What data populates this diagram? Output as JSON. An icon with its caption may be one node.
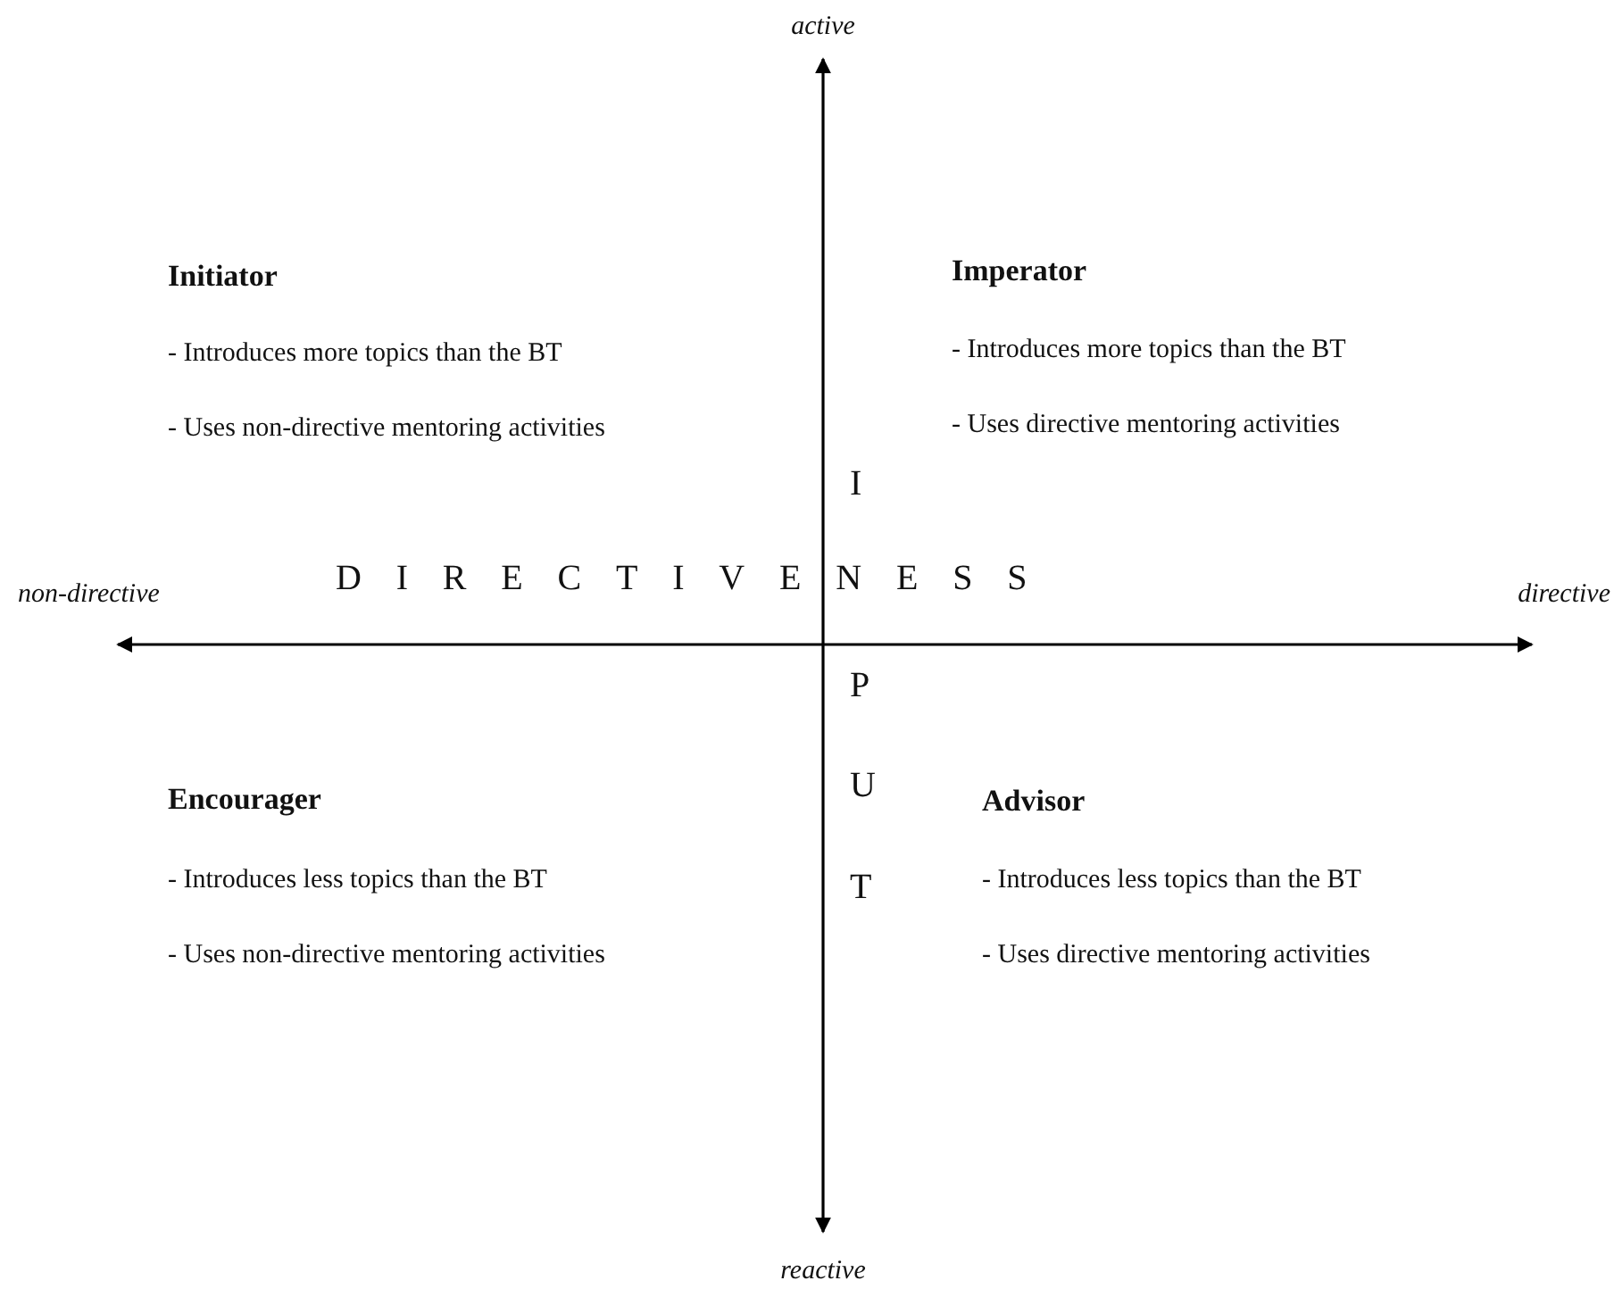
{
  "diagram": {
    "labels": [
      "active",
      "Initiator",
      "- Introduces more topics than the BT",
      "- Uses non-directive mentoring activities",
      "Imperator",
      "- Introduces more topics than the BT",
      "- Uses directive mentoring activities",
      "I",
      "non-directive",
      "DIRECTIVENESS",
      "directive",
      "P",
      "Encourager",
      "- Introduces less topics than the BT",
      "- Uses non-directive mentoring activities",
      "U",
      "Advisor",
      "- Introduces less topics than the BT",
      "- Uses directive mentoring activities",
      "T",
      "reactive"
    ]
  }
}
